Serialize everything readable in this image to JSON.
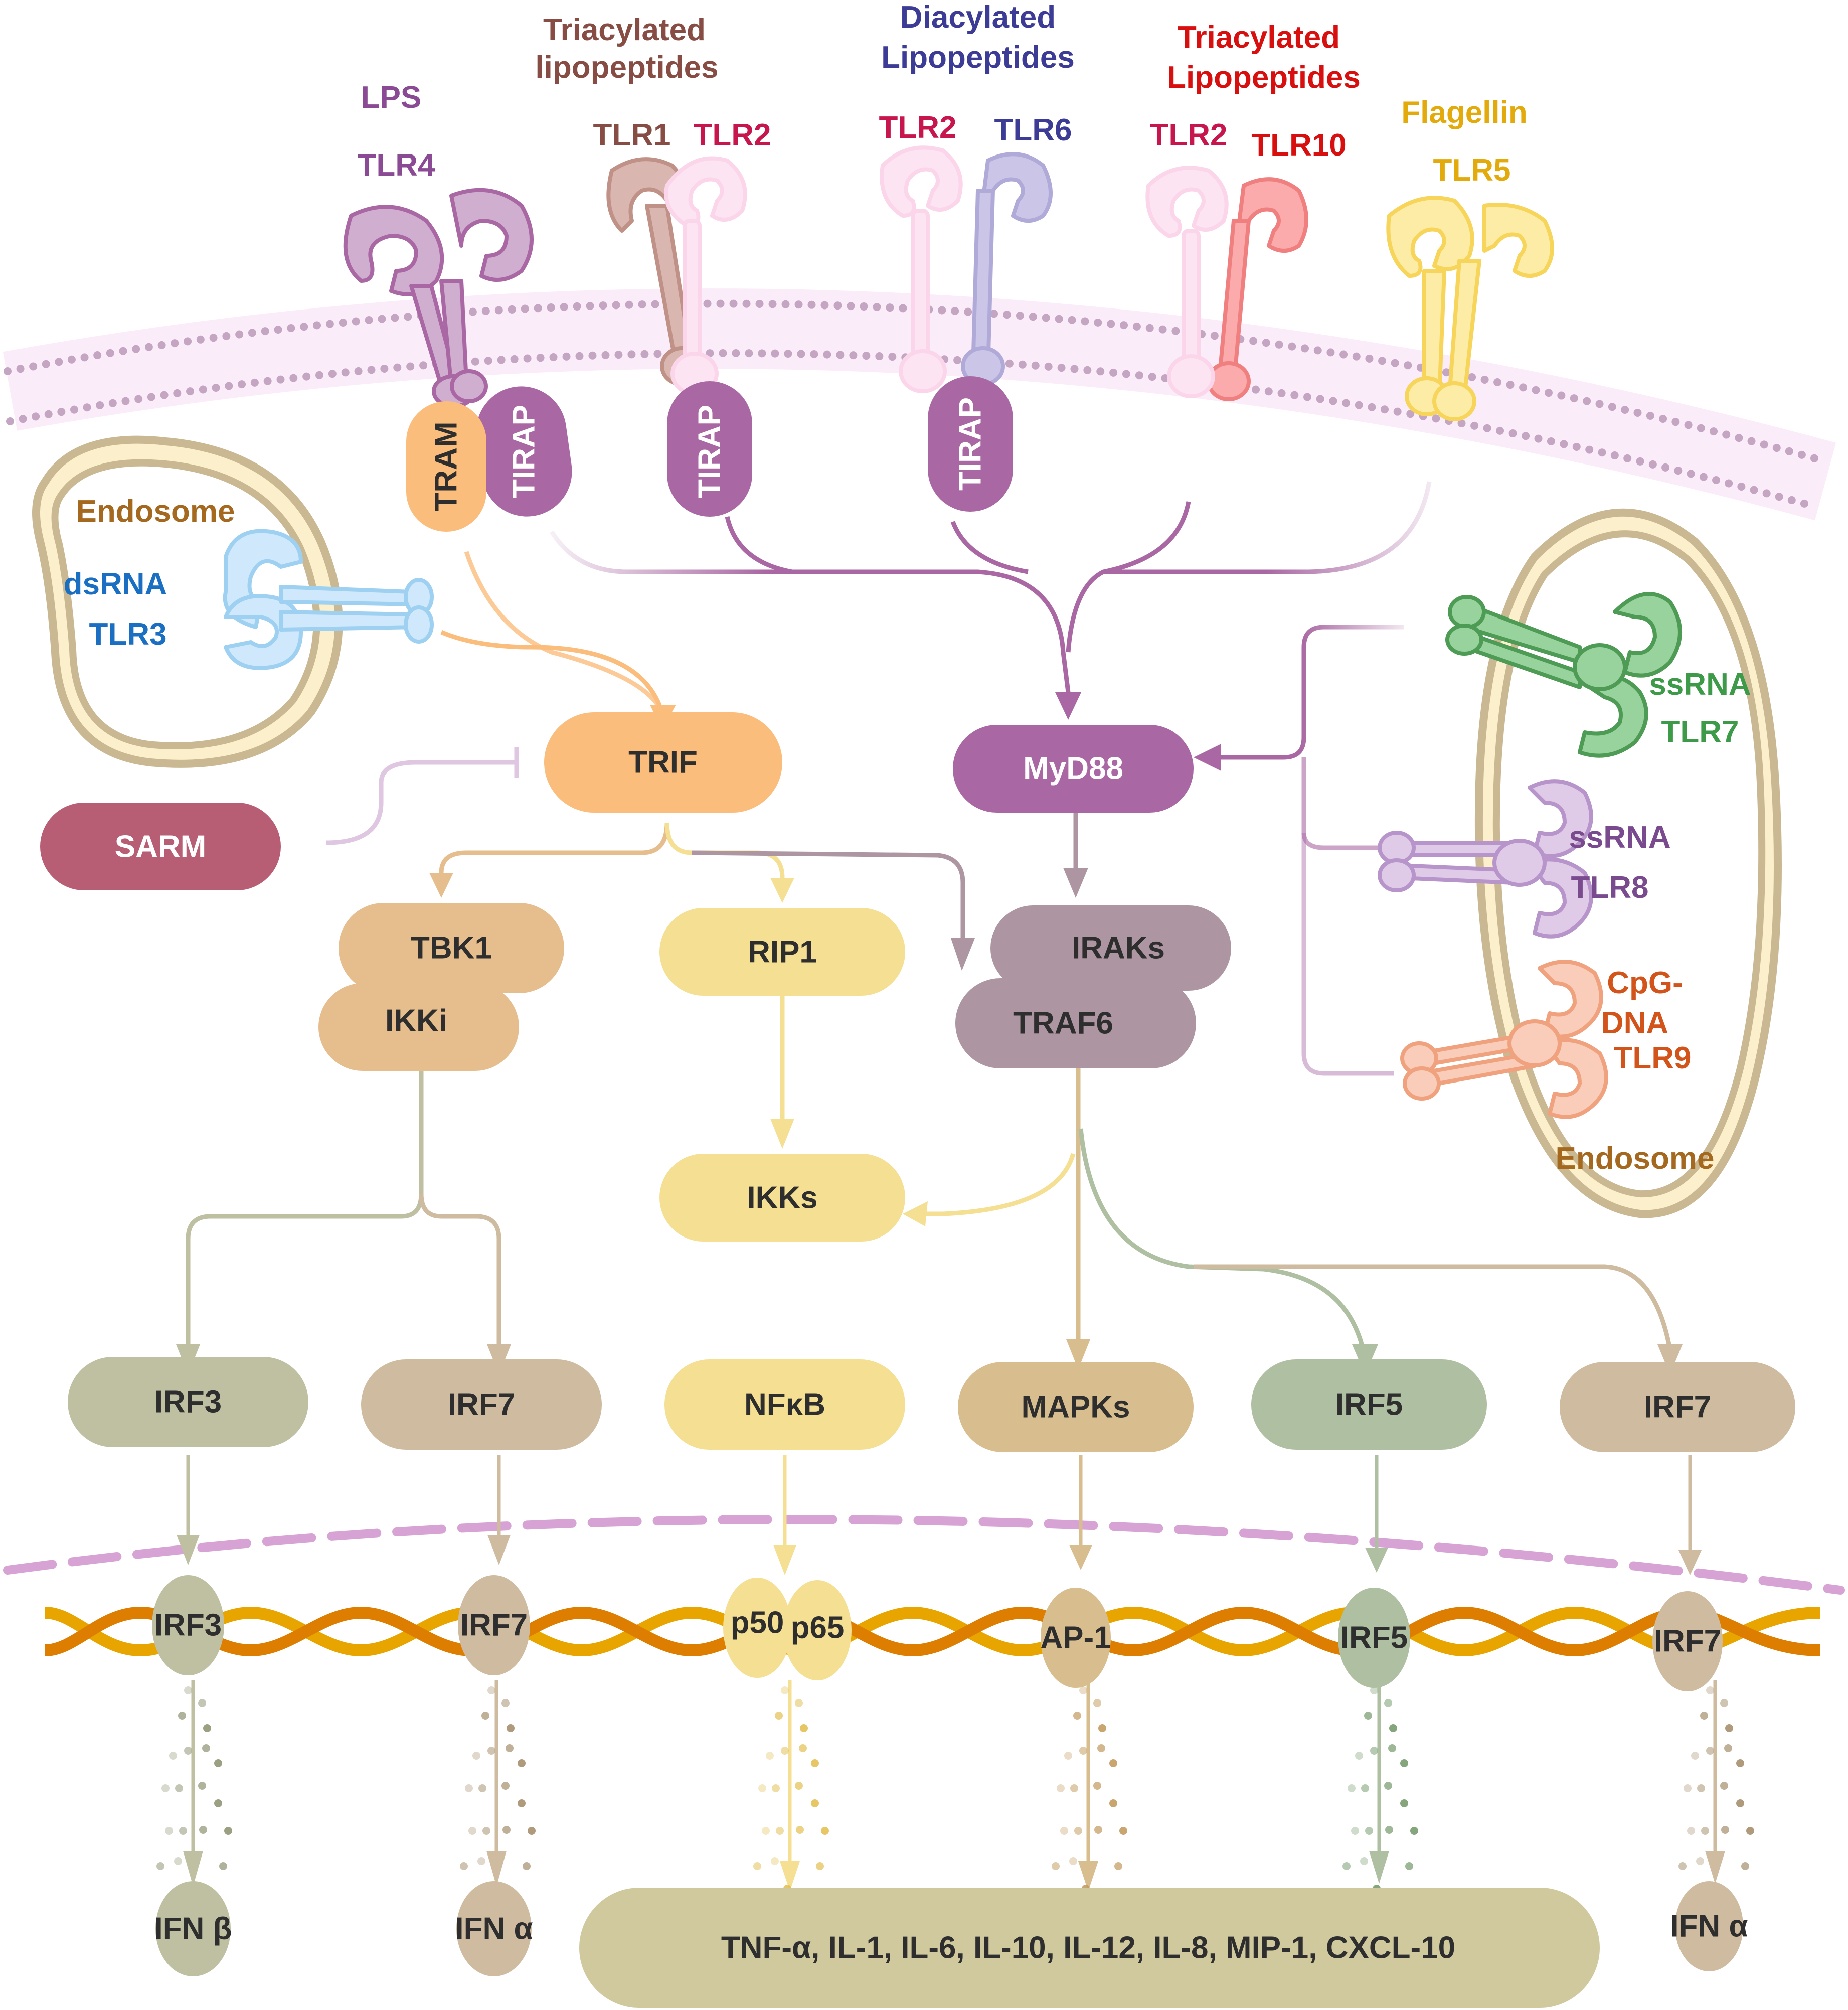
{
  "title": "Toll-like receptor signaling pathways",
  "colors": {
    "myd88": "#a968a3",
    "trif": "#fbbd7c",
    "sarm": "#b75e74",
    "traf6": "#ad95a2",
    "tbk1": "#e6bd8d",
    "rip1": "#f4df92",
    "irf3": "#bfbfa2",
    "irf7": "#cfbb9f",
    "mapks": "#d8bd8e",
    "irf5": "#afbfa2",
    "cytokines": "#d1c99e",
    "endosome_outer": "#c9b891",
    "endosome_inner": "#fbf0cb",
    "membrane_dot": "#c4a6c2",
    "dna_a": "#e8a500",
    "dna_b": "#dd7e00",
    "nuclear_envelope": "#d7a3d4"
  },
  "ligands": {
    "lps": "LPS",
    "triacyl_1_line1": "Triacylated",
    "triacyl_1_line2": "lipopeptides",
    "diacyl_line1": "Diacylated",
    "diacyl_line2": "Lipopeptides",
    "triacyl_2_line1": "Triacylated",
    "triacyl_2_line2": "Lipopeptides",
    "flagellin": "Flagellin",
    "dsrna": "dsRNA",
    "ssrna_7": "ssRNA",
    "ssrna_8": "ssRNA",
    "cpg_line1": "CpG-",
    "cpg_line2": "DNA"
  },
  "receptors": {
    "tlr4": "TLR4",
    "tlr1": "TLR1",
    "tlr2_a": "TLR2",
    "tlr2_b": "TLR2",
    "tlr6": "TLR6",
    "tlr2_c": "TLR2",
    "tlr10": "TLR10",
    "tlr5": "TLR5",
    "tlr3": "TLR3",
    "tlr7": "TLR7",
    "tlr8": "TLR8",
    "tlr9": "TLR9"
  },
  "compartments": {
    "endosome_left": "Endosome",
    "endosome_right": "Endosome"
  },
  "adaptors": {
    "tram": "TRAM",
    "tirap_1": "TIRAP",
    "tirap_2": "TIRAP",
    "tirap_3": "TIRAP",
    "trif": "TRIF",
    "myd88": "MyD88",
    "sarm": "SARM"
  },
  "kinases": {
    "tbk1": "TBK1",
    "ikki": "IKKi",
    "rip1": "RIP1",
    "iraks": "IRAKs",
    "traf6": "TRAF6",
    "ikks": "IKKs"
  },
  "transcription_factors": {
    "irf3": "IRF3",
    "irf7_a": "IRF7",
    "nfkb": "NFκB",
    "mapks": "MAPKs",
    "irf5": "IRF5",
    "irf7_b": "IRF7"
  },
  "nuclear_factors": {
    "irf3": "IRF3",
    "irf7_a": "IRF7",
    "p50": "p50",
    "p65": "p65",
    "ap1": "AP-1",
    "irf5": "IRF5",
    "irf7_b": "IRF7"
  },
  "outputs": {
    "ifn_beta": "IFN β",
    "ifn_alpha_a": "IFN α",
    "cytokines": "TNF-α, IL-1, IL-6, IL-10, IL-12, IL-8, MIP-1, CXCL-10",
    "ifn_alpha_b": "IFN α"
  }
}
